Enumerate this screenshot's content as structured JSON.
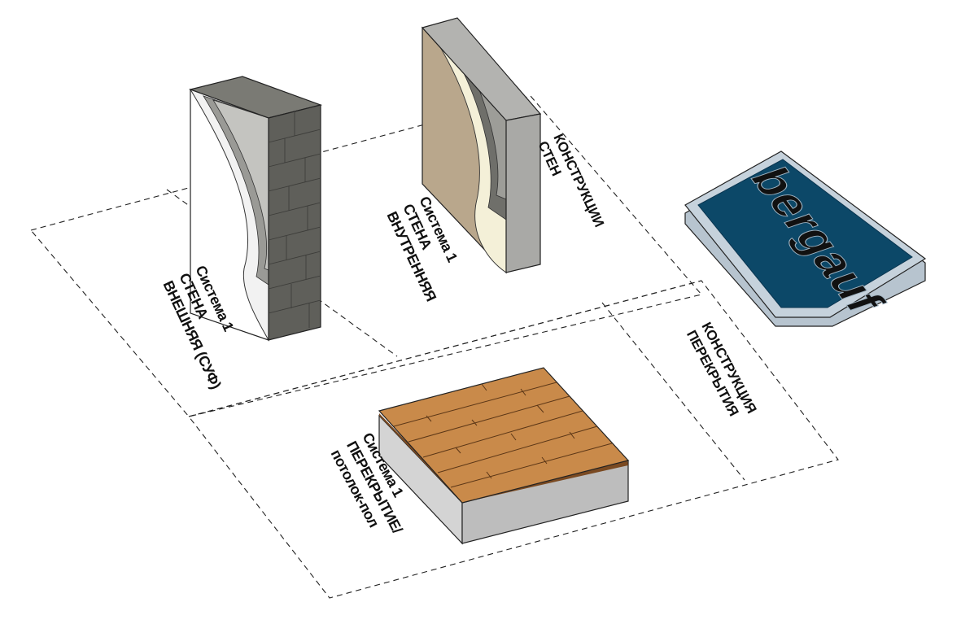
{
  "labels": {
    "outer_wall": {
      "line1": "Система 1",
      "line2": "СТЕНА",
      "line3": "ВНЕШНЯЯ (СУФ)"
    },
    "inner_wall": {
      "line1": "Система 1",
      "line2": "СТЕНА",
      "line3": "ВНУТРЕННЯЯ"
    },
    "wall_zone": {
      "line1": "КОНСТРУКЦИИ",
      "line2": "СТЕН"
    },
    "floor_zone": {
      "line1": "КОНСТРУКЦИЯ",
      "line2": "ПЕРЕКРЫТИЯ"
    },
    "floor": {
      "line1": "Система 1",
      "line2": "ПЕРЕКРЫТИЕ/",
      "line3": "потолок-пол"
    }
  },
  "logo": {
    "text": "bergauf"
  },
  "colors": {
    "brick": "#6e6e68",
    "plaster": "#b9a78c",
    "wood": "#c98a4a",
    "slab": "#c9c9c9",
    "logo_bg": "#0c4868",
    "logo_frame": "#c6d2dc"
  }
}
